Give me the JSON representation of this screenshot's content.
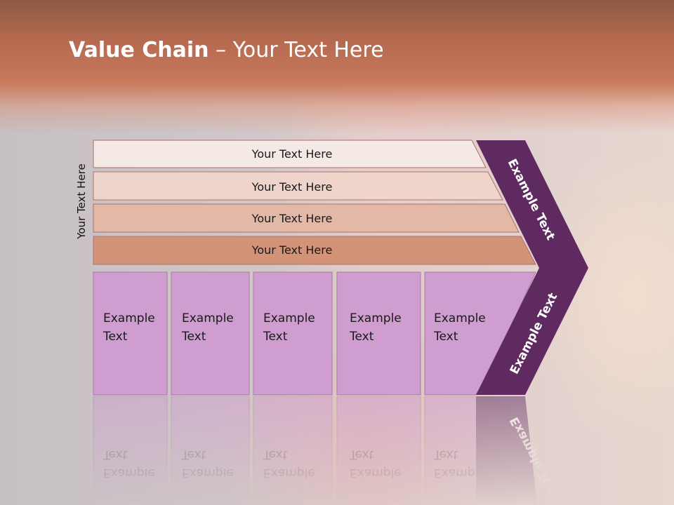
{
  "slide": {
    "title_bold": "Value Chain",
    "title_rest": " – Your Text Here",
    "side_label": "Your Text Here"
  },
  "bars": [
    {
      "text": "Your Text Here",
      "fill": "#f5e9e6"
    },
    {
      "text": "Your Text Here",
      "fill": "#eed4ca"
    },
    {
      "text": "Your Text Here",
      "fill": "#e4b8a7"
    },
    {
      "text": "Your Text Here",
      "fill": "#d39379"
    }
  ],
  "columns": [
    {
      "line1": "Example",
      "line2": "Text"
    },
    {
      "line1": "Example",
      "line2": "Text"
    },
    {
      "line1": "Example",
      "line2": "Text"
    },
    {
      "line1": "Example",
      "line2": "Text"
    },
    {
      "line1": "Example",
      "line2": "Text"
    }
  ],
  "chevron": {
    "upper_text": "Example Text",
    "lower_text": "Example Text",
    "fill": "#5e2a60"
  },
  "colors": {
    "column_fill": "#cf9dcf",
    "column_stroke": "#a57aa5",
    "bar_stroke": "#a8736a"
  }
}
